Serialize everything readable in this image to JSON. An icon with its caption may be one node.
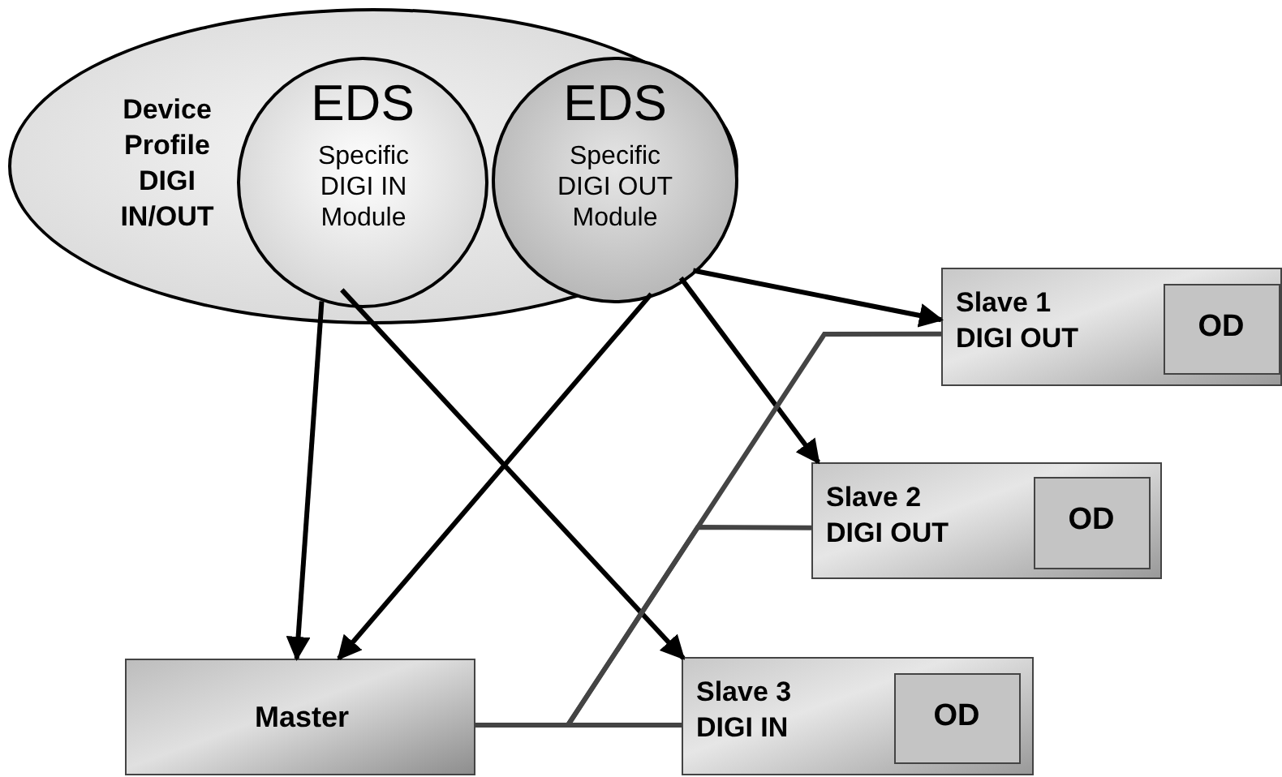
{
  "diagram": {
    "nodes": [
      {
        "text": [
          "Device Profile DIGI IN/OUT"
        ]
      },
      {
        "text": [
          "EDS",
          "Specific DIGI IN Module"
        ],
        "in": 0
      },
      {
        "text": [
          "EDS",
          "Specific DIGI OUT Module"
        ],
        "in": 0
      },
      {
        "text": [
          "Slave 1 DIGI OUT"
        ]
      },
      {
        "text": [
          "OD"
        ],
        "in": 3
      },
      {
        "text": [
          "Slave 2 DIGI OUT"
        ]
      },
      {
        "text": [
          "OD"
        ],
        "in": 5
      },
      {
        "text": [
          "Slave 3 DIGI IN"
        ]
      },
      {
        "text": [
          "OD"
        ],
        "in": 7
      },
      {
        "text": [
          "Master"
        ]
      }
    ],
    "edges": [
      {
        "from": 1,
        "to": 9,
        "arrow": "to"
      },
      {
        "from": 1,
        "to": 7,
        "arrow": "to"
      },
      {
        "from": 2,
        "to": 9,
        "arrow": "to"
      },
      {
        "from": 2,
        "to": 3,
        "arrow": "to"
      },
      {
        "from": 2,
        "to": 5,
        "arrow": "to"
      },
      {
        "from": 9,
        "to": 7,
        "arrow": "none",
        "color": "#444444"
      },
      {
        "from": 9,
        "to": 3,
        "arrow": "none",
        "color": "#444444"
      },
      {
        "from": 9,
        "to": 5,
        "arrow": "none",
        "color": "#444444"
      }
    ]
  }
}
